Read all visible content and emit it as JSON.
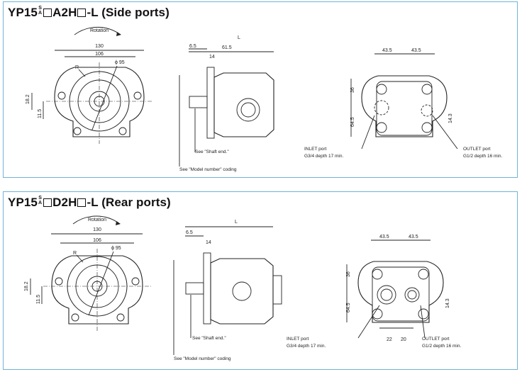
{
  "top_panel": {
    "title_prefix": "YP15",
    "title_sup": "S",
    "title_sub": "A",
    "title_mid": "A2H",
    "title_suffix": "-L (Side ports)",
    "rotation_label": "Rotation",
    "dims": {
      "d130": "130",
      "d106": "106",
      "r": "R",
      "phi95": "ϕ 95",
      "d18_2": "18.2",
      "d11_5": "11.5",
      "d6_5": "6.5",
      "d14": "14",
      "d61_5": "61.5",
      "L": "L",
      "d43_5a": "43.5",
      "d43_5b": "43.5",
      "d36": "36",
      "d64_5": "64.5",
      "d14_3": "14.3"
    },
    "notes": {
      "shaft_end": "See \"Shaft end.\"",
      "model_number": "See \"Model number\" coding",
      "inlet_title": "INLET port",
      "inlet_spec": "G3/4 depth 17 min.",
      "outlet_title": "OUTLET port",
      "outlet_spec": "G1/2 depth 16 min."
    }
  },
  "bottom_panel": {
    "title_prefix": "YP15",
    "title_sup": "S",
    "title_sub": "A",
    "title_mid": "D2H",
    "title_suffix": "-L (Rear ports)",
    "rotation_label": "Rotation",
    "dims": {
      "d130": "130",
      "d106": "106",
      "r": "R",
      "phi95": "ϕ 95",
      "d18_2": "18.2",
      "d11_5": "11.5",
      "d6_5": "6.5",
      "d14": "14",
      "L": "L",
      "d43_5a": "43.5",
      "d43_5b": "43.5",
      "d36": "36",
      "d64_5": "64.5",
      "d14_3": "14.3",
      "d22": "22",
      "d20": "20"
    },
    "notes": {
      "shaft_end": "See \"Shaft end.\"",
      "model_number": "See \"Model number\" coding",
      "inlet_title": "INLET port",
      "inlet_spec": "G3/4 depth 17 min.",
      "outlet_title": "OUTLET port",
      "outlet_spec": "G1/2 depth 16 min."
    }
  }
}
